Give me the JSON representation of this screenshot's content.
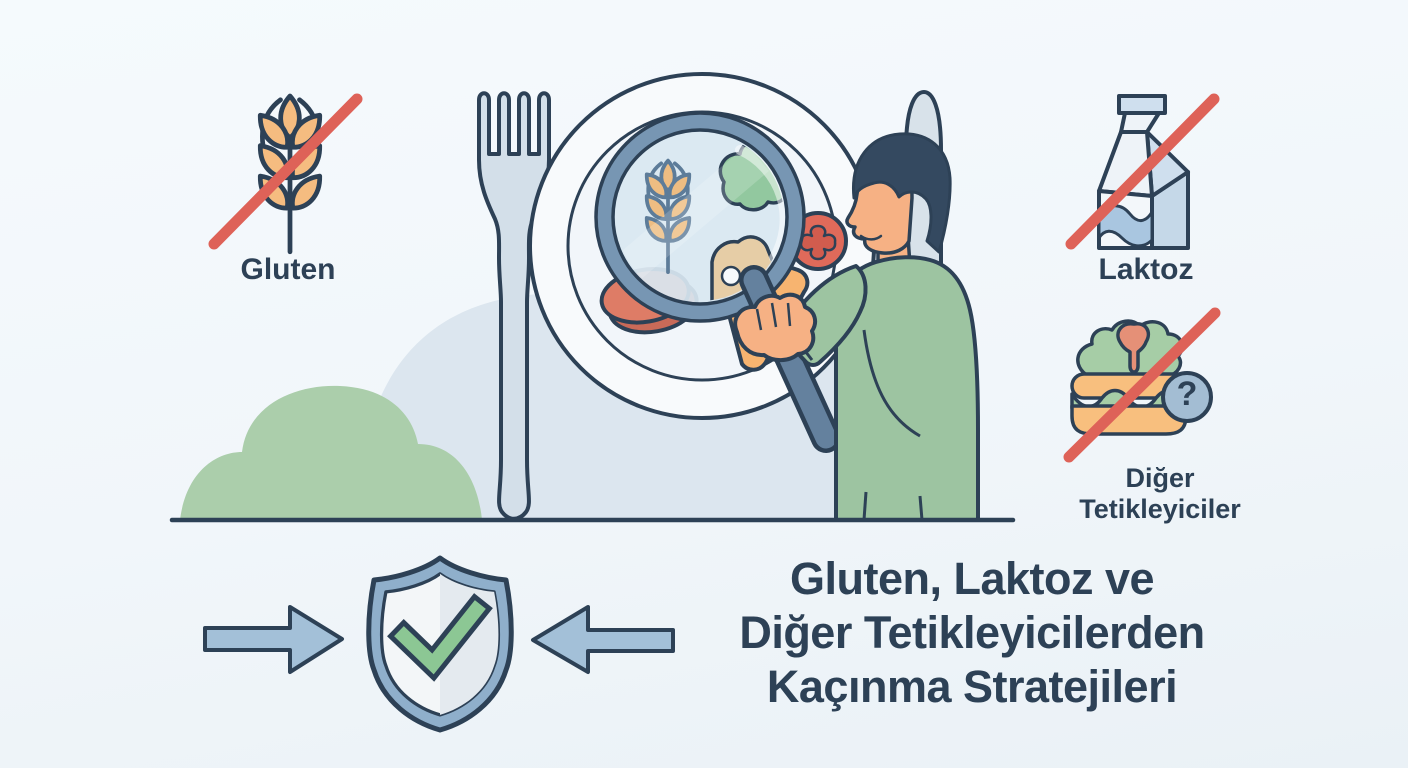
{
  "title": {
    "line1": "Gluten, Laktoz ve",
    "line2": "Diğer Tetikleyicilerden",
    "line3": "Kaçınma Stratejileri"
  },
  "labels": {
    "gluten": "Gluten",
    "lactose": "Laktoz",
    "other_triggers_line1": "Diğer",
    "other_triggers_line2": "Tetikleyiciler"
  },
  "badges": {
    "question_mark": "?"
  },
  "icons": {
    "gluten": "wheat-crossed-icon",
    "lactose": "milk-carton-crossed-icon",
    "other_triggers": "burger-question-crossed-icon",
    "protection": "shield-check-icon",
    "avoidance_left": "arrow-right-icon",
    "avoidance_right": "arrow-left-icon",
    "scene": "person-inspecting-plate-with-magnifier"
  },
  "palette": {
    "background": "#f1f6fa",
    "outline_navy": "#2d4156",
    "strike_red": "#de6258",
    "wheat_orange": "#f5bc80",
    "sweater_green": "#9dc4a1",
    "bush_green": "#abceab",
    "hill_blue": "#dce6ef",
    "arrow_blue": "#a3c0d8",
    "shield_blue": "#8fafcb",
    "check_green": "#8cc794",
    "skin": "#f6b184",
    "lens_blue": "#d9e7f1",
    "rim_blue": "#7796b3",
    "cutlery_gray": "#d3dfe9",
    "tomato_red": "#e06a5a",
    "sausage_red": "#d8735f",
    "cheese_orange": "#f7b470",
    "milk_blue": "#a9c6e0",
    "hair_navy": "#344960"
  }
}
